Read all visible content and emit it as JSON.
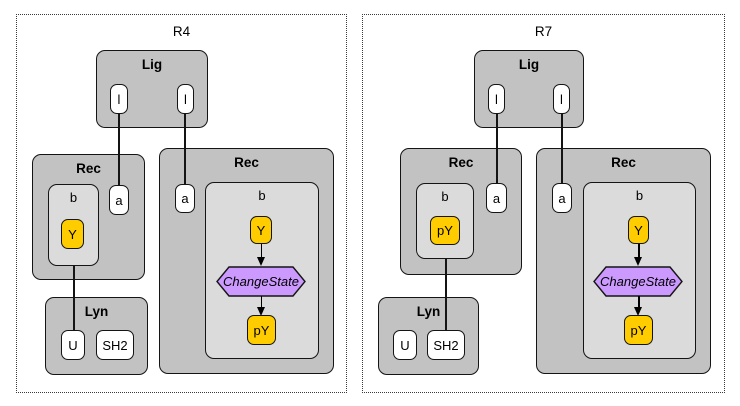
{
  "colors": {
    "molecule_fill": "#c2c2c2",
    "compartment_fill": "#dbdbdb",
    "component_fill": "#ffffff",
    "state_fill": "#ffcc00",
    "operation_fill": "#cc99ff",
    "line_color": "#141414"
  },
  "panels": [
    {
      "title": "R4",
      "lig": {
        "label": "Lig",
        "site_left": "l",
        "site_right": "l"
      },
      "rec_left": {
        "label": "Rec",
        "compartment_label": "b",
        "state_label": "Y",
        "site_a": "a"
      },
      "lyn": {
        "label": "Lyn",
        "site_u": "U",
        "site_sh2": "SH2"
      },
      "rec_right": {
        "label": "Rec",
        "site_a": "a",
        "compartment_label": "b",
        "state_before": "Y",
        "operation": "ChangeState",
        "state_after": "pY"
      }
    },
    {
      "title": "R7",
      "lig": {
        "label": "Lig",
        "site_left": "l",
        "site_right": "l"
      },
      "rec_left": {
        "label": "Rec",
        "compartment_label": "b",
        "state_label": "pY",
        "site_a": "a"
      },
      "lyn": {
        "label": "Lyn",
        "site_u": "U",
        "site_sh2": "SH2"
      },
      "rec_right": {
        "label": "Rec",
        "site_a": "a",
        "compartment_label": "b",
        "state_before": "Y",
        "operation": "ChangeState",
        "state_after": "pY"
      }
    }
  ]
}
